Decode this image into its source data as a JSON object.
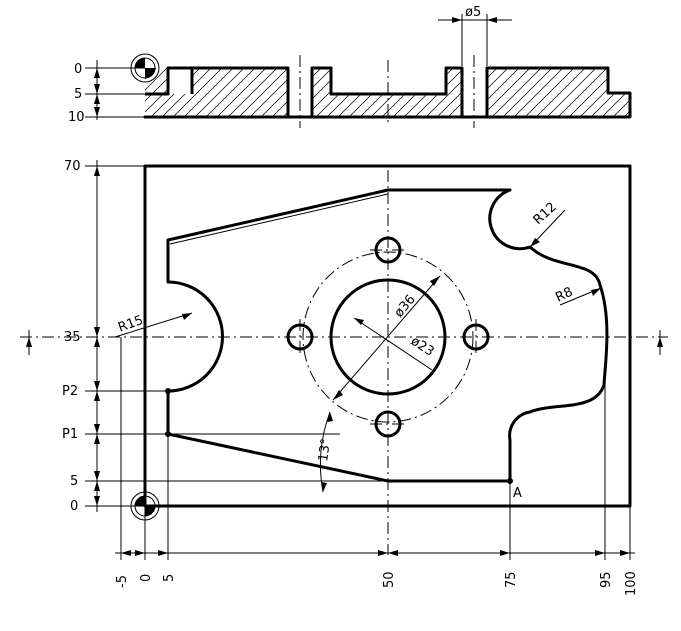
{
  "top_view": {
    "depth_labels": [
      "0",
      "5",
      "10"
    ],
    "hole_dim": "ø5"
  },
  "front_view": {
    "y_labels": [
      "70",
      "35",
      "P2",
      "P1",
      "5",
      "0"
    ],
    "x_labels": [
      "-5",
      "0",
      "5",
      "50",
      "75",
      "95",
      "100"
    ],
    "callouts": {
      "r15": "R15",
      "r12": "R12",
      "r8": "R8",
      "d36": "ø36",
      "d23": "ø23",
      "angle": "13°",
      "point_a": "A"
    }
  }
}
